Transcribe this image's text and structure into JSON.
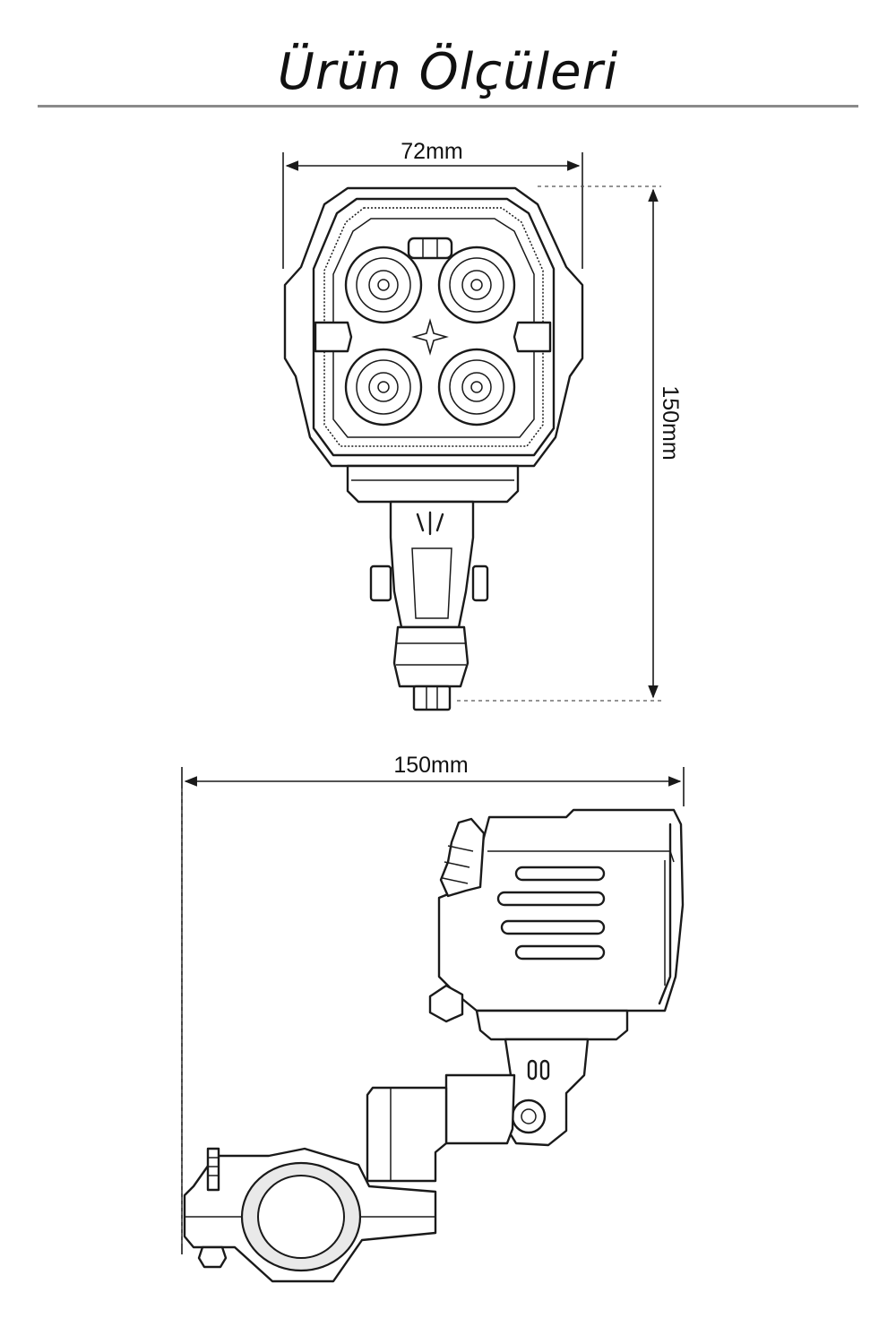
{
  "header": {
    "title": "Ürün Ölçüleri"
  },
  "front_view": {
    "width_label": "72mm",
    "height_label": "150mm"
  },
  "side_view": {
    "length_label": "150mm"
  },
  "colors": {
    "line": "#1a1a1a",
    "rule": "#8a8a8a",
    "background": "#ffffff"
  }
}
